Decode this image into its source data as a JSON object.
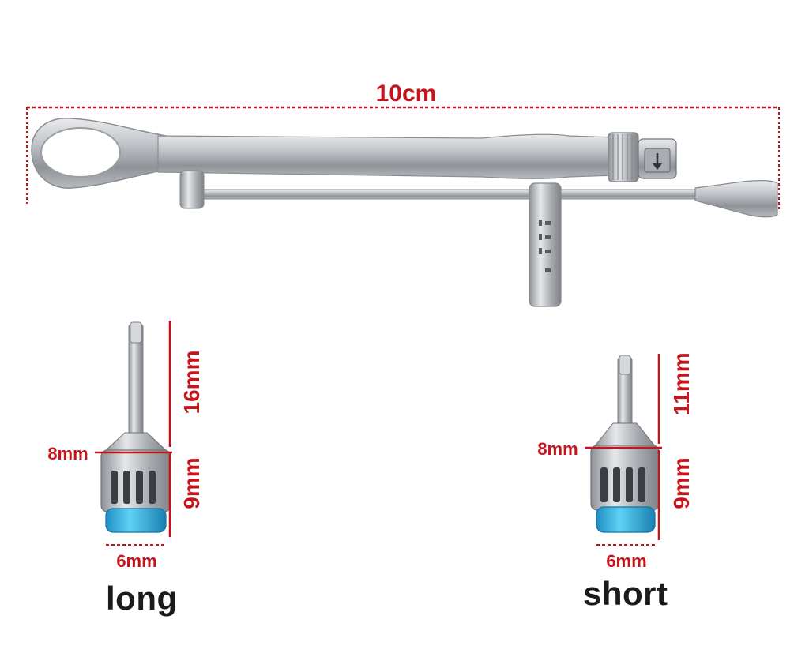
{
  "wrench": {
    "length_label": "10cm"
  },
  "long_driver": {
    "shaft_height": "16mm",
    "head_height": "9mm",
    "head_diameter": "8mm",
    "base_width": "6mm",
    "caption": "long"
  },
  "short_driver": {
    "shaft_height": "11mm",
    "head_height": "9mm",
    "head_diameter": "8mm",
    "base_width": "6mm",
    "caption": "short"
  },
  "colors": {
    "dimension": "#c4151c",
    "steel": "#b9bcc0",
    "accent_blue": "#35b7e8"
  }
}
